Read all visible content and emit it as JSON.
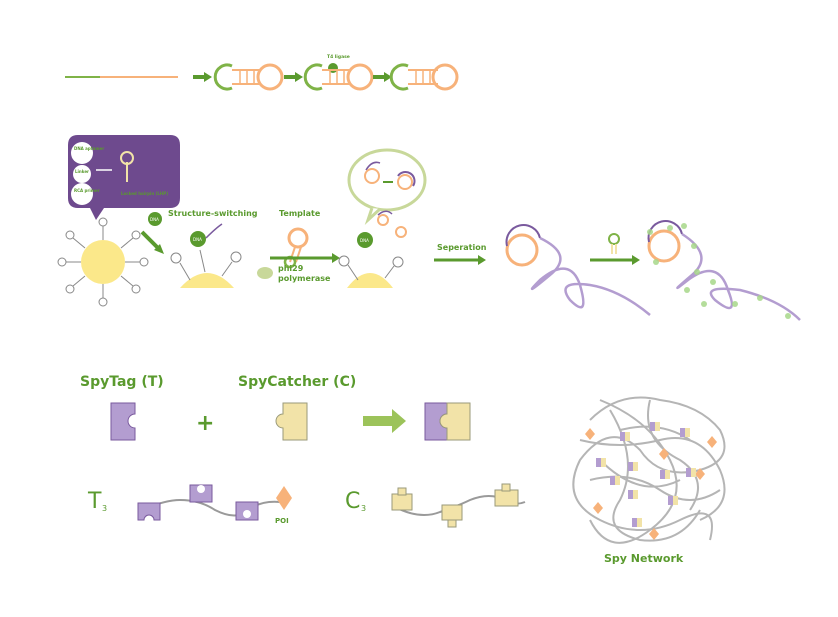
{
  "top_row": {
    "t4_label": "T4 ligase"
  },
  "middle_row": {
    "bubble_aptamer": "DNA aptamer",
    "bubble_linker": "Linker",
    "bubble_primer": "RCA primer",
    "bubble_lhp": "Locked hairpin (LHP)",
    "dna": "DNA",
    "structure_switching": "Structure-switching",
    "template": "Template",
    "phi29": "phi29",
    "polymerase": "polymerase",
    "separation": "Seperation"
  },
  "bottom_row": {
    "spytag": "SpyTag (T)",
    "spycatcher": "SpyCatcher (C)",
    "plus": "+",
    "t3_letter": "T",
    "t3_sub": "3",
    "c3_letter": "C",
    "c3_sub": "3",
    "poi": "POI",
    "network": "Spy Network"
  },
  "colors": {
    "green": "#5a9a2e",
    "orange": "#f7b27a",
    "purple": "#7a5a9e",
    "light_purple": "#b39dd0",
    "yellow": "#f2e3a8",
    "grey": "#9a9a9a"
  }
}
